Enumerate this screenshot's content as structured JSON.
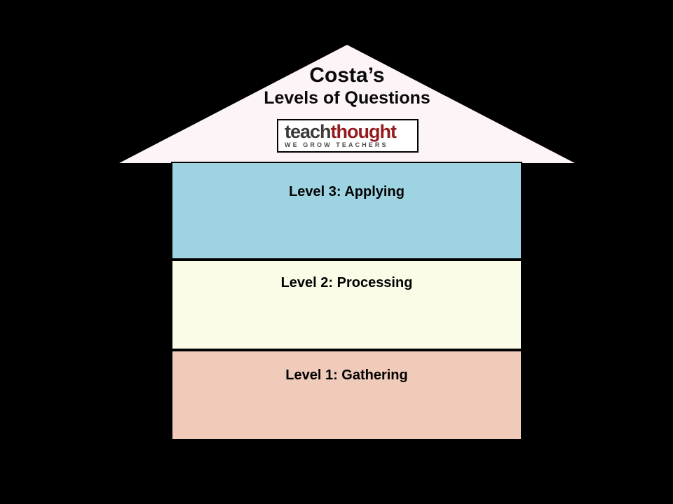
{
  "background": "#000000",
  "roof": {
    "fill": "#fdf4f7",
    "title_line1": "Costa’s",
    "title_line2": "Levels of Questions"
  },
  "logo": {
    "part1": "teach",
    "part2": "thought",
    "tagline": "WE GROW TEACHERS",
    "part1_color": "#3b3b3b",
    "part2_color": "#951b1e",
    "box_background": "#ffffff",
    "box_border": "#000000"
  },
  "levels": [
    {
      "label": "Level 3: Applying",
      "color": "#9ed3e2"
    },
    {
      "label": "Level 2: Processing",
      "color": "#fbfce8"
    },
    {
      "label": "Level 1: Gathering",
      "color": "#f0cbba"
    }
  ]
}
